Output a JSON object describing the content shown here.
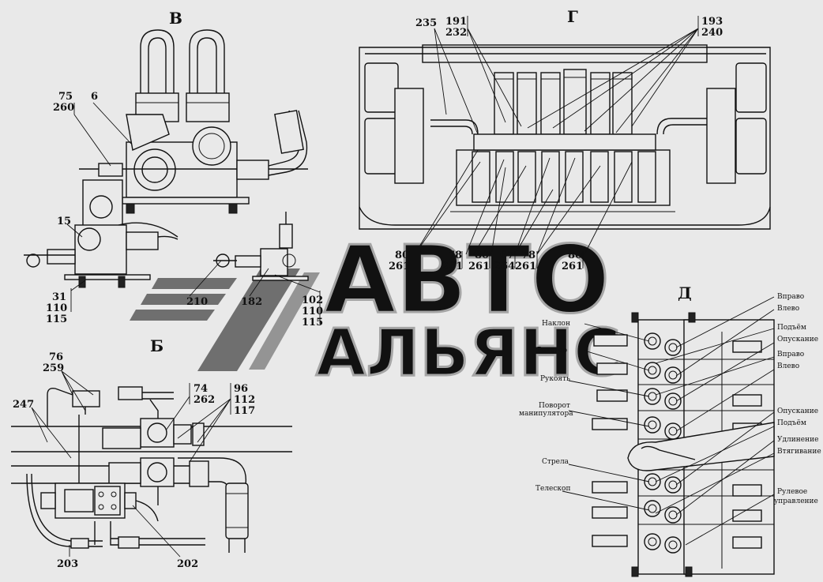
{
  "views": {
    "V": {
      "title": "В",
      "labels": [
        "75",
        "260",
        "6",
        "15",
        "31",
        "110",
        "115",
        "210",
        "182",
        "102",
        "110",
        "115"
      ]
    },
    "G": {
      "title": "Г",
      "top_labels": [
        "235",
        "191",
        "232",
        "193",
        "240"
      ],
      "bottom_labels": [
        "80",
        "261",
        "78",
        "261",
        "80",
        "261",
        "67",
        "264",
        "78",
        "261",
        "80",
        "261"
      ]
    },
    "B": {
      "title": "Б",
      "labels": [
        "76",
        "259",
        "247",
        "74",
        "262",
        "96",
        "112",
        "117",
        "203",
        "202"
      ]
    },
    "D": {
      "title": "Д",
      "left_labels": [
        "Наклон",
        "Ротатор",
        "Рукоять",
        "Поворот",
        "манипулятора",
        "Стрела",
        "Телескоп"
      ],
      "right_labels": [
        "Вправо",
        "Влево",
        "Подъём",
        "Опускание",
        "Вправо",
        "Влево",
        "Опускание",
        "Подъём",
        "Удлинение",
        "Втягивание",
        "Рулевое",
        "управление"
      ]
    }
  },
  "watermark": {
    "line1": "АВТО",
    "line2": "АЛЬЯНС"
  },
  "colors": {
    "background": "#e9e9e9",
    "ink": "#111111",
    "watermark": "#9a9a9a"
  }
}
